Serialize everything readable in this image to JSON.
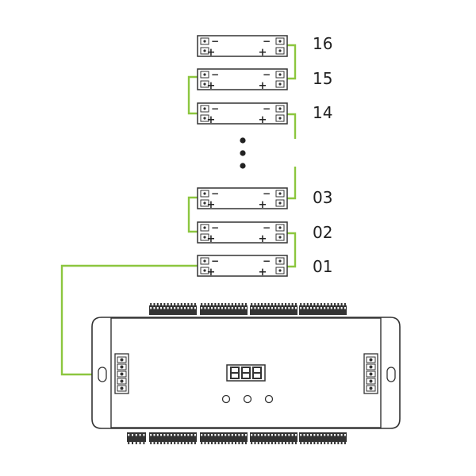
{
  "diagram": {
    "modules": [
      {
        "id": "16",
        "label": "16"
      },
      {
        "id": "15",
        "label": "15"
      },
      {
        "id": "14",
        "label": "14"
      },
      {
        "id": "03",
        "label": "03"
      },
      {
        "id": "02",
        "label": "02"
      },
      {
        "id": "01",
        "label": "01"
      }
    ],
    "module_terminals": {
      "negative": "−",
      "positive": "+"
    },
    "ellipsis_dots": 3,
    "display_digits": 3,
    "controller_buttons": 3
  },
  "colors": {
    "wire": "#8cc63f",
    "outline": "#333333",
    "terminal_dark": "#333333",
    "background": "#ffffff"
  }
}
